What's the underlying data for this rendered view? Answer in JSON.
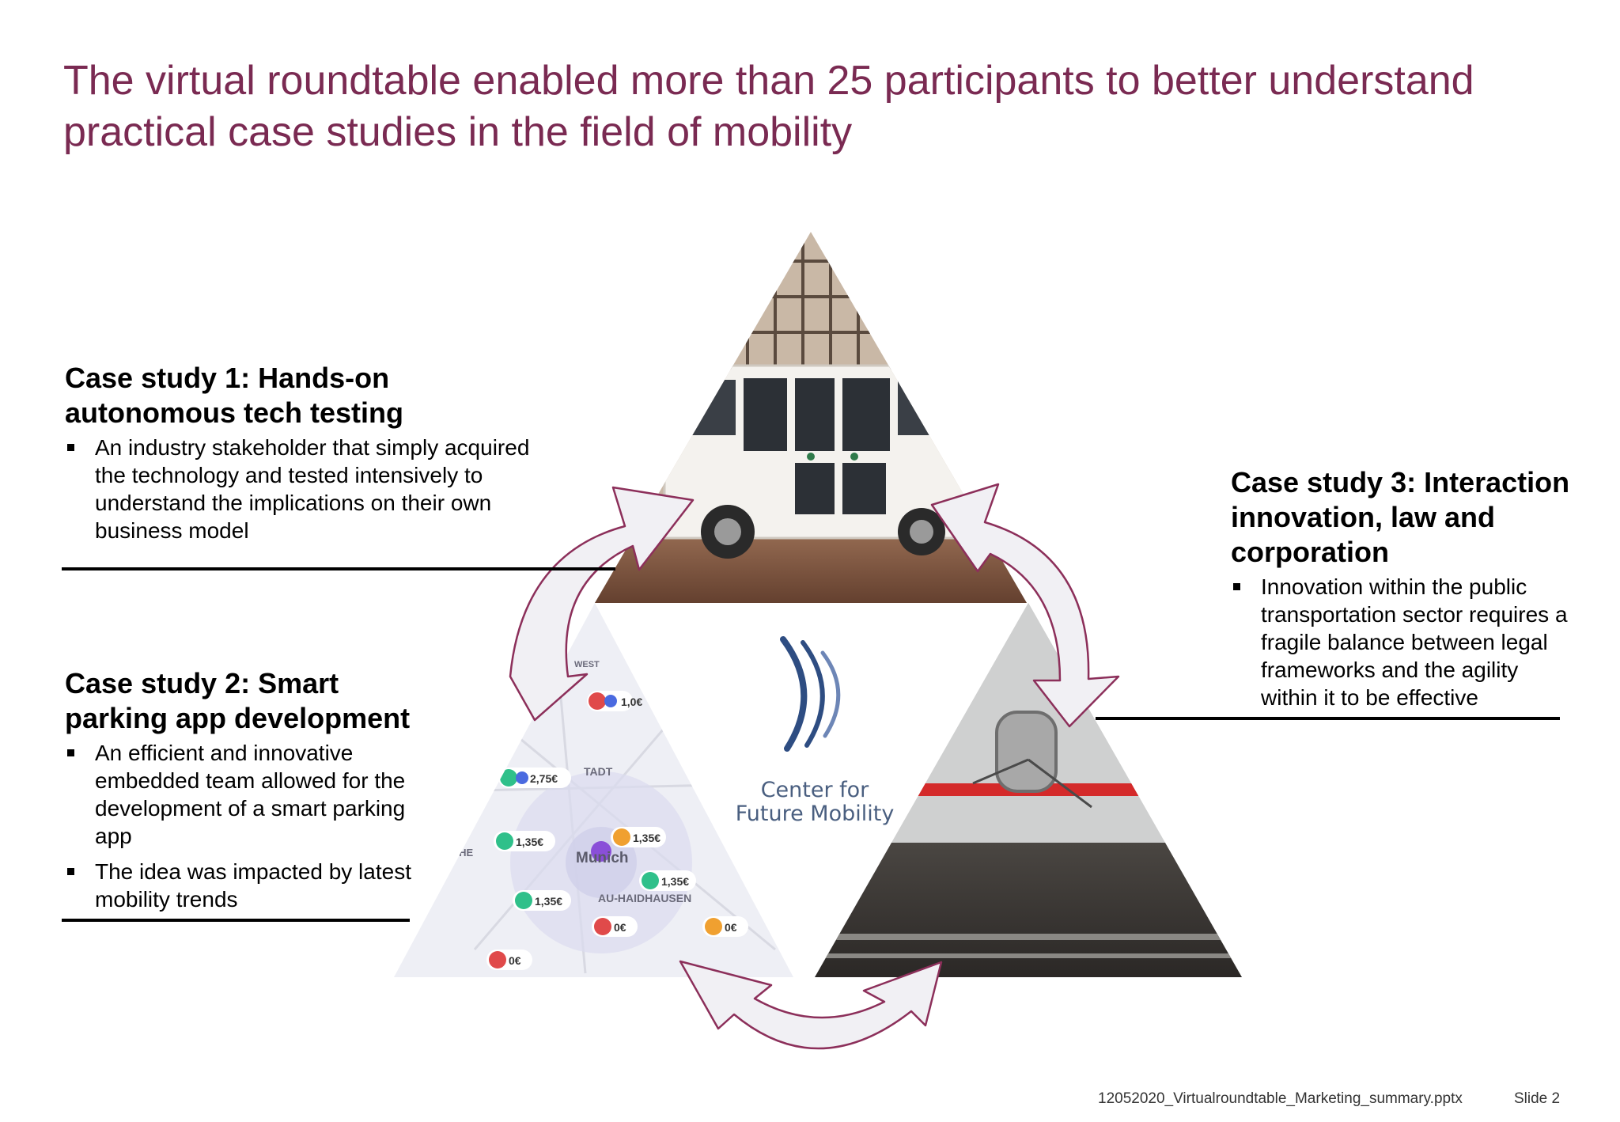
{
  "slide": {
    "title": "The virtual roundtable enabled more than 25 participants to better understand practical case studies in the field of mobility",
    "case1": {
      "heading": "Case study 1: Hands-on autonomous tech testing",
      "bullets": [
        "An industry stakeholder that simply acquired the technology and tested intensively to understand the implications on their own business model"
      ]
    },
    "case2": {
      "heading": "Case study 2: Smart parking app development",
      "bullets": [
        "An efficient and innovative embedded team allowed for the development of a smart parking app",
        "The idea was impacted by latest mobility trends"
      ]
    },
    "case3": {
      "heading": "Case study 3: Interaction innovation, law and corporation",
      "bullets": [
        "Innovation within the public transportation sector requires a fragile balance between legal frameworks and the agility within it to be effective"
      ]
    },
    "center_logo": {
      "line1": "Center for",
      "line2": "Future Mobility"
    },
    "map_labels": {
      "munich": "Munich",
      "district": "AU-HAIDHAUSEN",
      "stadt": "TADT",
      "ohe": "OHE",
      "west": "WEST",
      "prices": [
        "1,0€",
        "2,75€",
        "1,35€",
        "1,35€",
        "1,35€",
        "1,35€",
        "0€",
        "0€",
        "0€"
      ]
    },
    "footer": {
      "filename": "12052020_Virtualroundtable_Marketing_summary.pptx",
      "slide_number": "Slide 2"
    }
  },
  "colors": {
    "title": "#7a2a52",
    "arrow_fill": "#f1f0f4",
    "arrow_stroke": "#8c2f5a",
    "logo_arcs": "#2e4d82",
    "logo_text": "#4a5f80"
  }
}
